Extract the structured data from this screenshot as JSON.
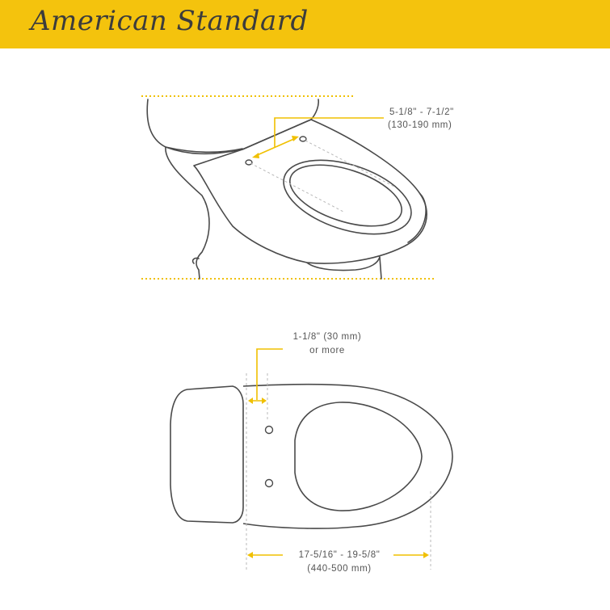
{
  "brand": {
    "name": "American Standard"
  },
  "colors": {
    "brand_yellow": "#f4c30d",
    "line_gray": "#4a4a4a",
    "dash_gray": "#b8b8b8",
    "dimension_yellow": "#f0c000"
  },
  "side_view": {
    "bolt_spacing_imperial": "5-1/8\" - 7-1/2\"",
    "bolt_spacing_metric": "(130-190 mm)"
  },
  "top_view": {
    "clearance_imperial": "1-1/8\" (30 mm)",
    "clearance_note": "or more",
    "length_imperial": "17-5/16\" - 19-5/8\"",
    "length_metric": "(440-500 mm)"
  }
}
